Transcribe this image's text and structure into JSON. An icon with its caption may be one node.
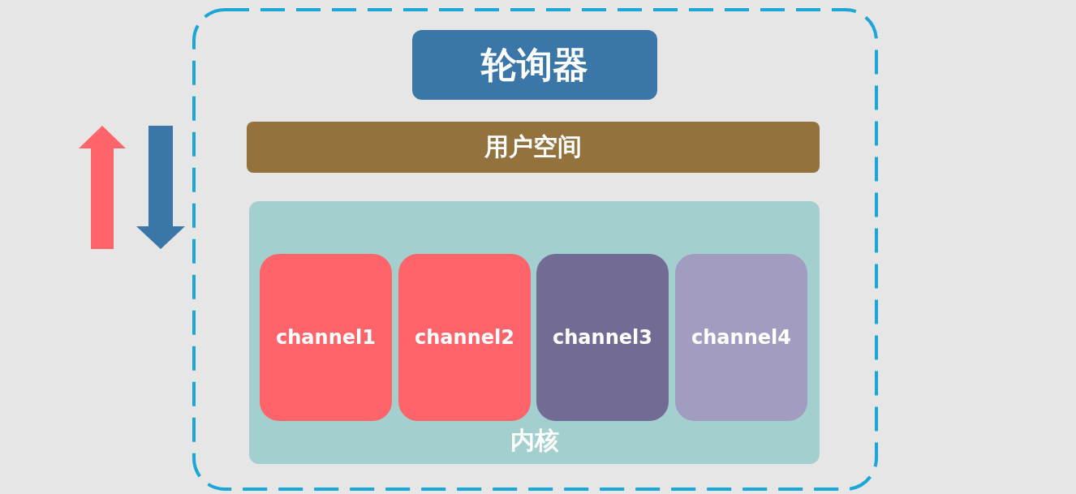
{
  "diagram": {
    "nodes": [
      {
        "text": [],
        "shape": "box"
      },
      {
        "text": [
          "轮询器"
        ],
        "in": 0
      },
      {
        "text": [
          "用户空间"
        ],
        "in": 0
      },
      {
        "text": [
          "内核"
        ],
        "in": 0
      },
      {
        "text": [
          "channel1"
        ],
        "in": 3
      },
      {
        "text": [
          "channel2"
        ],
        "in": 3
      },
      {
        "text": [
          "channel3"
        ],
        "in": 3
      },
      {
        "text": [
          "channel4"
        ],
        "in": 3
      }
    ]
  }
}
